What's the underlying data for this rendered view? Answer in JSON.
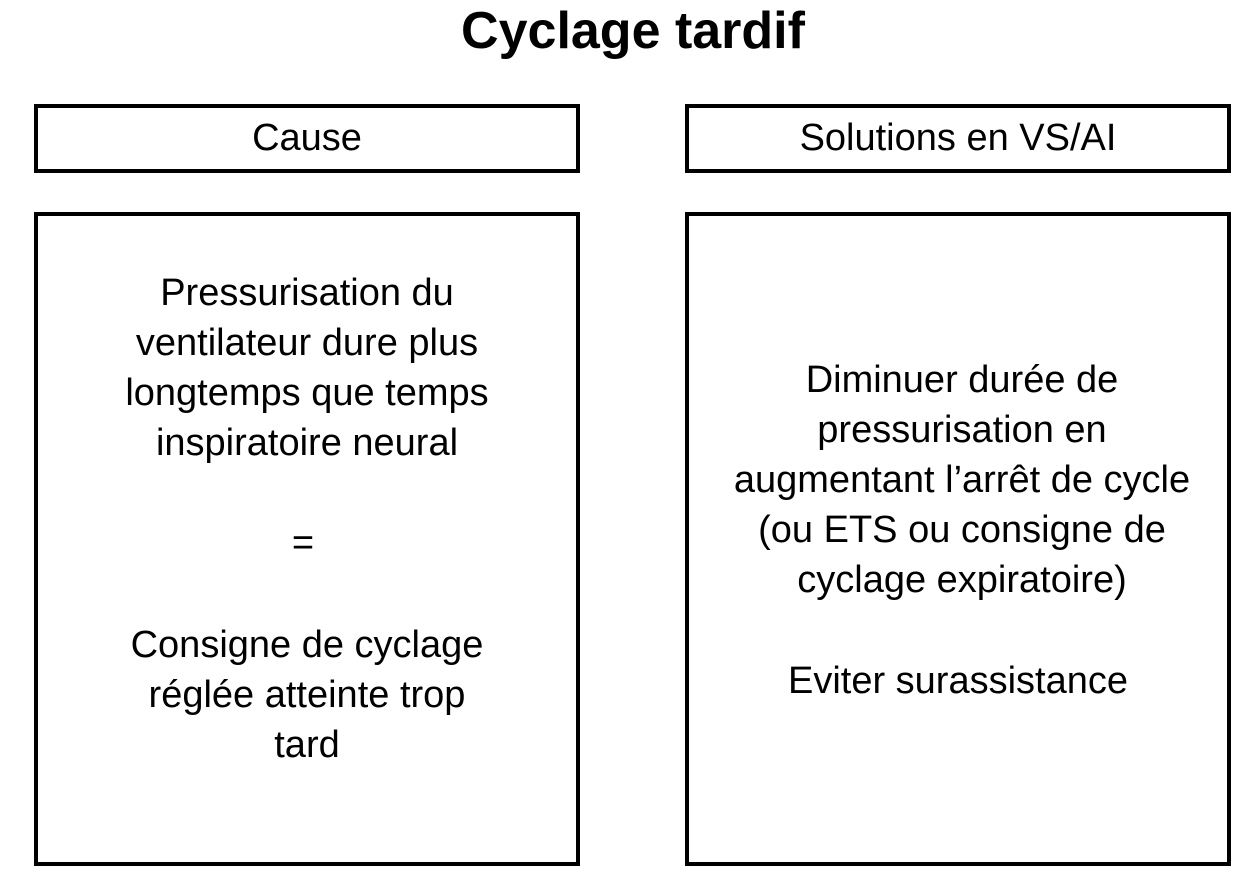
{
  "title": "Cyclage tardif",
  "columns": {
    "cause": {
      "header": "Cause",
      "text_1": "Pressurisation du\nventilateur dure plus\nlongtemps que temps\ninspiratoire neural",
      "equals": "=",
      "text_2": "Consigne de cyclage\n   réglée atteinte trop\ntard"
    },
    "solutions": {
      "header": "Solutions en VS/AI",
      "text_1": "Diminuer durée de\npressurisation en\naugmentant l’arrêt de cycle\n(ou ETS ou consigne de\ncyclage expiratoire)",
      "text_2": "Eviter surassistance"
    }
  }
}
